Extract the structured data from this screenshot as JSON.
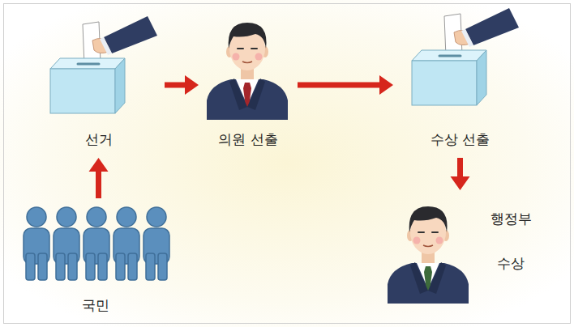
{
  "diagram": {
    "nodes": [
      {
        "text": [
          "선거"
        ]
      },
      {
        "text": [
          "의원 선출"
        ]
      },
      {
        "text": [
          "수상 선출"
        ]
      },
      {
        "text": [
          "행정부",
          "수상"
        ]
      },
      {
        "text": [
          "국민"
        ]
      }
    ],
    "edges": [
      {
        "from": 4,
        "to": 0,
        "arrow": "to"
      },
      {
        "from": 0,
        "to": 1,
        "arrow": "to"
      },
      {
        "from": 1,
        "to": 2,
        "arrow": "to"
      },
      {
        "from": 2,
        "to": 3,
        "arrow": "to"
      }
    ]
  }
}
